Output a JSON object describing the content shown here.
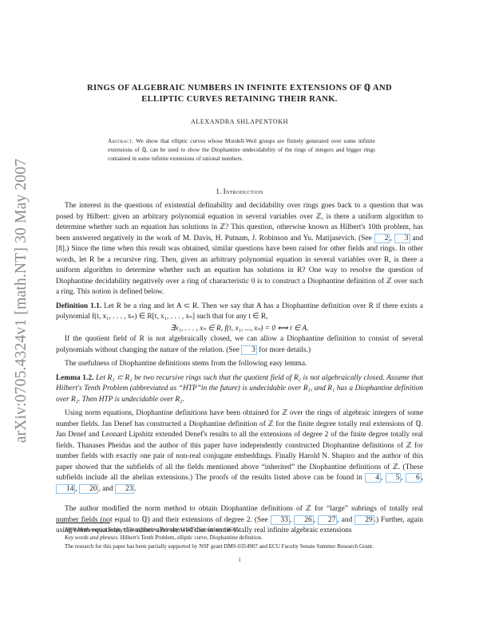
{
  "side_stamp": {
    "text": "arXiv:0705.4324v1  [math.NT]  30 May 2007",
    "color": "#8a8a8a"
  },
  "paper": {
    "title_line1": "RINGS OF ALGEBRAIC NUMBERS IN INFINITE EXTENSIONS OF ℚ AND",
    "title_line2": "ELLIPTIC CURVES RETAINING THEIR RANK.",
    "author": "ALEXANDRA SHLAPENTOKH",
    "abstract": {
      "label": "Abstract.",
      "text": "We show that elliptic curves whose Mordell-Weil groups are finitely generated over some infinite extensions of ℚ, can be used to show the Diophantine undecidability of the rings of integers and bigger rings contained in some infinite extensions of rational numbers."
    },
    "section": {
      "number": "1.",
      "title": "Introduction"
    },
    "para1": {
      "a": "The interest in the questions of existential definability and decidability over rings goes back to a question that was posed by Hilbert: given an arbitrary polynomial equation in several variables over ℤ, is there a uniform algorithm to determine whether such an equation has solutions in ℤ? This question, otherwise known as Hilbert's 10th problem, has been answered negatively in the work of M. Davis, H. Putnam, J. Robinson and Yu. Matijasevich. (See ",
      "cite1": "2",
      "sep1": ", ",
      "cite2": "3",
      "b": " and [8].) Since the time when this result was obtained, similar questions have been raised for other fields and rings. In other words, let R be a recursive ring. Then, given an arbitrary polynomial equation in several variables over R, is there a uniform algorithm to determine whether such an equation has solutions in R? One way to resolve the question of Diophantine decidability negatively over a ring of characteristic 0 is to construct a Diophantine definition of ℤ over such a ring. This notion is defined below."
    },
    "definition": {
      "label": "Definition 1.1.",
      "text": "Let R be a ring and let A ⊂ R. Then we say that A has a Diophantine definition over R if there exists a polynomial f(t, x₁, . . . , xₙ) ∈ R[t, x₁, . . . , xₙ] such that for any t ∈ R,",
      "equation": "∃x₁, . . . , xₙ ∈ R, f(t, x₁, ..., xₙ) = 0 ⟺ t ∈ A."
    },
    "para2": {
      "a": "If the quotient field of R is not algebraically closed, we can allow a Diophantine definition to consist of several polynomials without changing the nature of the relation. (See ",
      "cite": "3",
      "b": " for more details.)"
    },
    "para3": "The usefulness of Diophantine definitions stems from the following easy lemma.",
    "lemma": {
      "label": "Lemma 1.2.",
      "text": "Let R₁ ⊂ R₂ be two recursive rings such that the quotient field of R₂ is not algebraically closed. Assume that Hilbert's Tenth Problem (abbreviated as “HTP”in the future) is undecidable over R₁, and R₁ has a Diophantine definition over R₂. Then HTP is undecidable over R₂."
    },
    "para4": {
      "a": "Using norm equations, Diophantine definitions have been obtained for ℤ over the rings of algebraic integers of some number fields. Jan Denef has constructed a Diophantine definition of ℤ for the finite degree totally real extensions of ℚ. Jan Denef and Leonard Lipshitz extended Denef's results to all the extensions of degree 2 of the finite degree totally real fields. Thanases Pheidas and the author of this paper have independently constructed Diophantine definitions of ℤ for number fields with exactly one pair of non-real conjugate embeddings. Finally Harold N. Shapiro and the author of this paper showed that the subfields of all the fields mentioned above “inherited” the Diophantine definitions of ℤ. (These subfields include all the abelian extensions.) The proofs of the results listed above can be found in ",
      "cites": [
        "4",
        "5",
        "6",
        "14",
        "20",
        "23"
      ],
      "b": "."
    },
    "para5": {
      "a": "The author modified the norm method to obtain Diophantine definitions of ℤ for “large” subrings of totally real number fields (not equal to ℚ) and their extensions of degree 2. (See ",
      "cites": [
        "33",
        "26",
        "27",
        "29"
      ],
      "b": ".) Further, again using norm equations, the author also showed that in some totally real infinite algebraic extensions"
    },
    "footnotes": {
      "msc_prefix": "2000 ",
      "msc_label": "Mathematics Subject Classification.",
      "msc_text": " Primary 11U05; Secondary 11G05.",
      "kw_label": "Key words and phrases.",
      "kw_text": " Hilbert's Tenth Problem, elliptic curve, Diophantine definition.",
      "grant": "The research for this paper has been partially supported by NSF grant DMS-0354907 and ECU Faculty Senate Summer Research Grant."
    },
    "page_number": "1"
  },
  "colors": {
    "text": "#1e1e1e",
    "citation_box": "#8fc4ee",
    "stamp": "#8a8a8a"
  }
}
